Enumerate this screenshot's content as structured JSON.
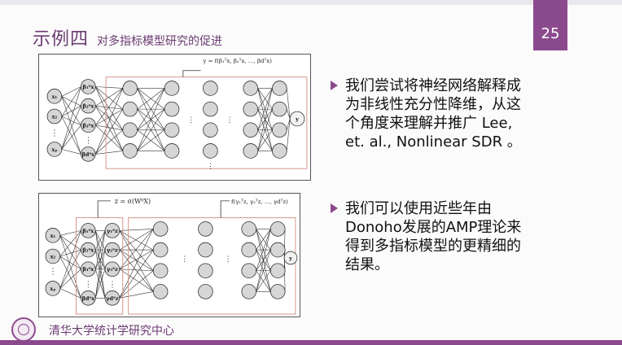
{
  "slide": {
    "title": "示例四",
    "subtitle": "对多指标模型研究的促进",
    "page_number": "25",
    "footer": "清华大学统计学研究中心",
    "accent_color": "#8c4a8e"
  },
  "bullets": [
    {
      "text": "我们尝试将神经网络解释成为非线性充分性降维，从这个角度来理解并推广 Lee, et. al., Nonlinear SDR 。"
    },
    {
      "text": "我们可以使用近些年由Donoho发展的AMP理论来得到多指标模型的更精细的结果。"
    }
  ],
  "figure1": {
    "equation": "y = f(β₁ᵀx, β₂ᵀx, …, βdᵀx)",
    "inputs": [
      "x₁",
      "x₂",
      "⋮",
      "xₚ"
    ],
    "projections": [
      "β₁ᵀx",
      "β₂ᵀx",
      "β₃ᵀx",
      "⋮",
      "βdᵀx"
    ],
    "output": "y",
    "dots": "⋮",
    "hdots": "⋮"
  },
  "figure2": {
    "equation_left": "z = σ(W⁰X)",
    "equation_right": "f(γ₁ᵀz, γ₂ᵀz, …, γdᵀz)",
    "inputs": [
      "x₁",
      "x₂",
      "⋮",
      "xₚ"
    ],
    "projections": [
      "β₁ᵀx",
      "β₂ᵀx",
      "β₃ᵀx",
      "⋮",
      "βdᵀx"
    ],
    "gammas": [
      "γ₁ᵀz",
      "γ₂ᵀz",
      "γ₃ᵀz",
      "⋮",
      "γdᵀz"
    ],
    "output": "y",
    "dots": "⋮",
    "hdots": "⋮"
  }
}
